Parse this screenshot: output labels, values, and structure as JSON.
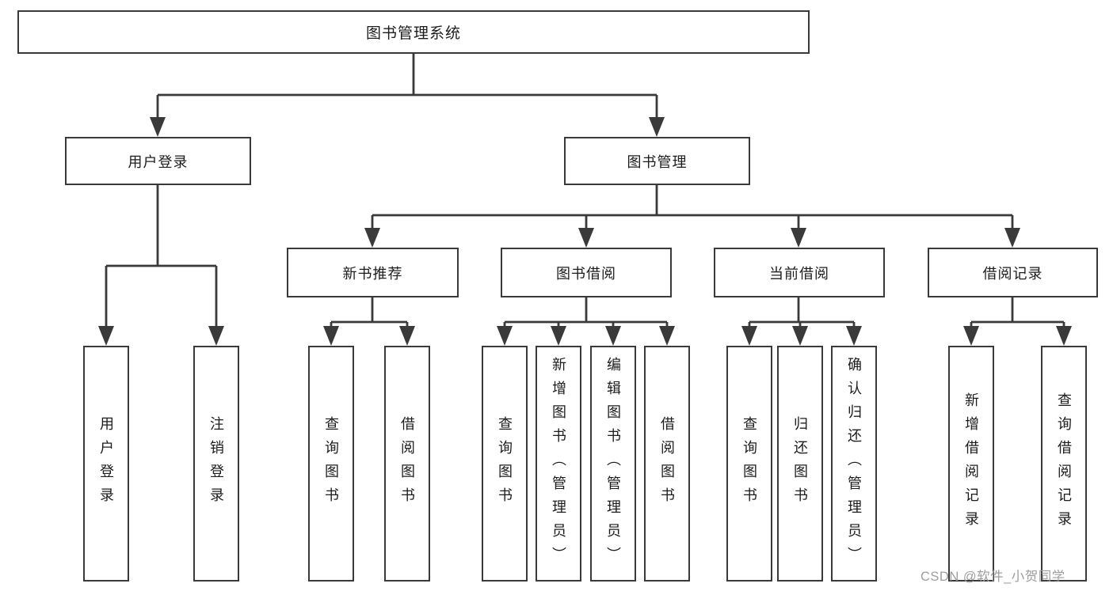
{
  "diagram": {
    "root": {
      "label": "图书管理系统"
    },
    "branches": [
      {
        "label": "用户登录",
        "children": [
          {
            "label": "用户登录"
          },
          {
            "label": "注销登录"
          }
        ]
      },
      {
        "label": "图书管理",
        "children": [
          {
            "label": "新书推荐",
            "children": [
              {
                "label": "查询图书"
              },
              {
                "label": "借阅图书"
              }
            ]
          },
          {
            "label": "图书借阅",
            "children": [
              {
                "label": "查询图书"
              },
              {
                "label": "新增图书（管理员）"
              },
              {
                "label": "编辑图书（管理员）"
              },
              {
                "label": "借阅图书"
              }
            ]
          },
          {
            "label": "当前借阅",
            "children": [
              {
                "label": "查询图书"
              },
              {
                "label": "归还图书"
              },
              {
                "label": "确认归还（管理员）"
              }
            ]
          },
          {
            "label": "借阅记录",
            "children": [
              {
                "label": "新增借阅记录"
              },
              {
                "label": "查询借阅记录"
              }
            ]
          }
        ]
      }
    ]
  },
  "watermark": {
    "text": "CSDN @软件_小贺同学"
  },
  "colors": {
    "line": "#3a3a3a",
    "text": "#1c1c1c",
    "background": "#ffffff",
    "watermark": "#9e9e9e"
  }
}
